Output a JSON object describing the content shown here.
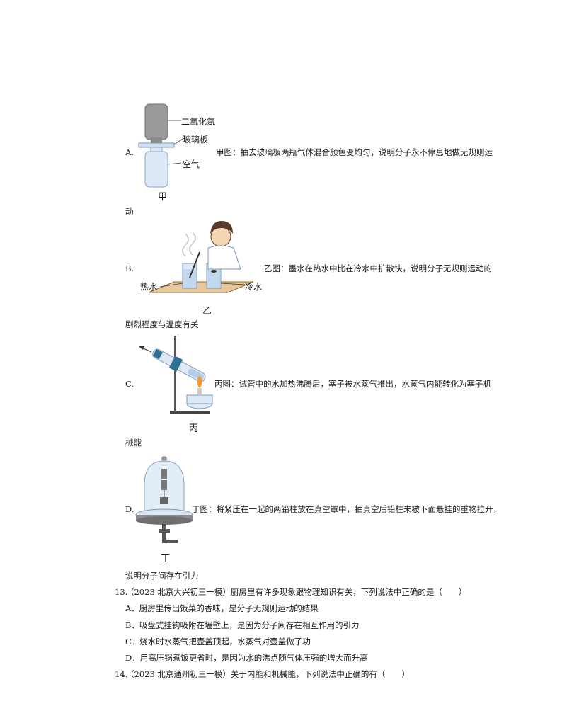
{
  "options": [
    {
      "letter": "A.",
      "text_line1": "甲图：抽去玻璃板两瓶气体混合颜色变均匀，说明分子永不停息地做无规则运",
      "text_line2": "动",
      "figure": {
        "labels": [
          "二氧化氮",
          "玻璃板",
          "空气"
        ],
        "caption": "甲"
      }
    },
    {
      "letter": "B.",
      "text_line1": "乙图：墨水在热水中比在冷水中扩散快，说明分子无规则运动的",
      "text_line2": "剧烈程度与温度有关",
      "figure": {
        "labels": [
          "热水",
          "冷水"
        ],
        "caption": "乙"
      }
    },
    {
      "letter": "C.",
      "text_line1": "丙图：试管中的水加热沸腾后，塞子被水蒸气推出，水蒸气内能转化为塞子机",
      "text_line2": "械能",
      "figure": {
        "caption": "丙"
      }
    },
    {
      "letter": "D.",
      "text_line1": "丁图：将紧压在一起的两铅柱放在真空罩中，抽真空后铅柱未被下面悬挂的重物拉开，",
      "text_line2": "说明分子间存在引力",
      "figure": {
        "caption": "丁"
      }
    }
  ],
  "q13": {
    "number": "13.",
    "stem": "（2023 北京大兴初三一模）厨房里有许多现象跟物理知识有关，下列说法中正确的是（　　）",
    "choices": [
      "A．厨房里传出饭菜的香味，是分子无规则运动的结果",
      "B．吸盘式挂钩吸附在墙壁上，是因为分子间存在相互作用的引力",
      "C．烧水时水蒸气把壶盖顶起，水蒸气对壶盖做了功",
      "D．用高压锅煮饭更省时，是因为水的沸点随气体压强的增大而升高"
    ]
  },
  "q14": {
    "number": "14.",
    "stem": "（2023 北京通州初三一模）关于内能和机械能，下列说法中正确的有（　　）"
  },
  "colors": {
    "gas_bottle": "#9a9a9a",
    "glass": "#dde9f7",
    "glass_edge": "#8aa3c4",
    "board": "#e8c79a",
    "flame": "#f39a2a"
  }
}
